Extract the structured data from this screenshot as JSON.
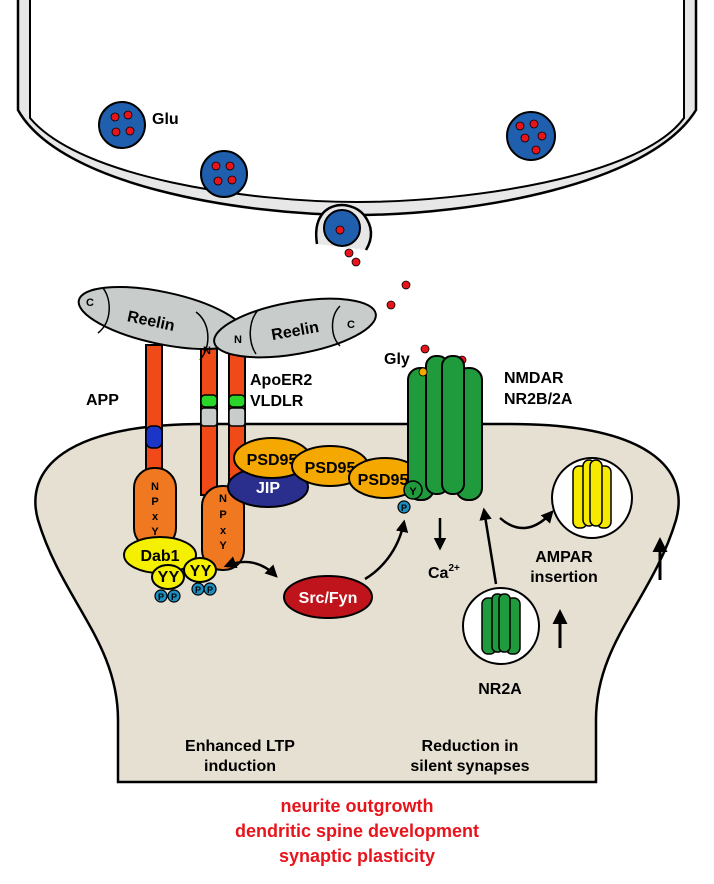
{
  "labels": {
    "glu": "Glu",
    "reelin_left": "Reelin",
    "reelin_right": "Reelin",
    "c_left": "C",
    "n_left": "N",
    "n_right": "N",
    "c_right": "C",
    "app": "APP",
    "apoer2": "ApoER2",
    "vldlr": "VLDLR",
    "gly": "Gly",
    "nmdar": "NMDAR",
    "nr2b_2a": "NR2B/2A",
    "psd95_1": "PSD95",
    "psd95_2": "PSD95",
    "psd95_3": "PSD95",
    "jip": "JIP",
    "npxy_n": "N",
    "npxy_p": "P",
    "npxy_x": "x",
    "npxy_y": "Y",
    "dab1": "Dab1",
    "tyr": "Y",
    "phos": "P",
    "src_fyn": "Src/Fyn",
    "ca": "Ca",
    "ca_sup": "2+",
    "ampar": "AMPAR",
    "insertion": "insertion",
    "nr2a": "NR2A",
    "enhanced_ltp_1": "Enhanced LTP",
    "enhanced_ltp_2": "induction",
    "reduction_1": "Reduction in",
    "reduction_2": "silent synapses"
  },
  "outcomes": [
    "neurite outgrowth",
    "dendritic spine development",
    "synaptic plasticity"
  ],
  "colors": {
    "vesicle_blue": "#1f5fae",
    "glutamate_red": "#e8141c",
    "reelin_grey": "#c8ccca",
    "receptor_orange": "#f04a18",
    "npxy_orange": "#f07820",
    "dab1_yellow": "#f5f000",
    "psd95_orange": "#f5a800",
    "jip_navy": "#2a2f8e",
    "src_red": "#c0141c",
    "nmdar_green": "#1f9a3c",
    "ampar_yellow": "#f5ea00",
    "cytoplasm_beige": "#e6e0d2",
    "phospho_teal": "#1c8fc0",
    "app_blue": "#1a35c8",
    "apoer_green": "#2ad62a"
  }
}
